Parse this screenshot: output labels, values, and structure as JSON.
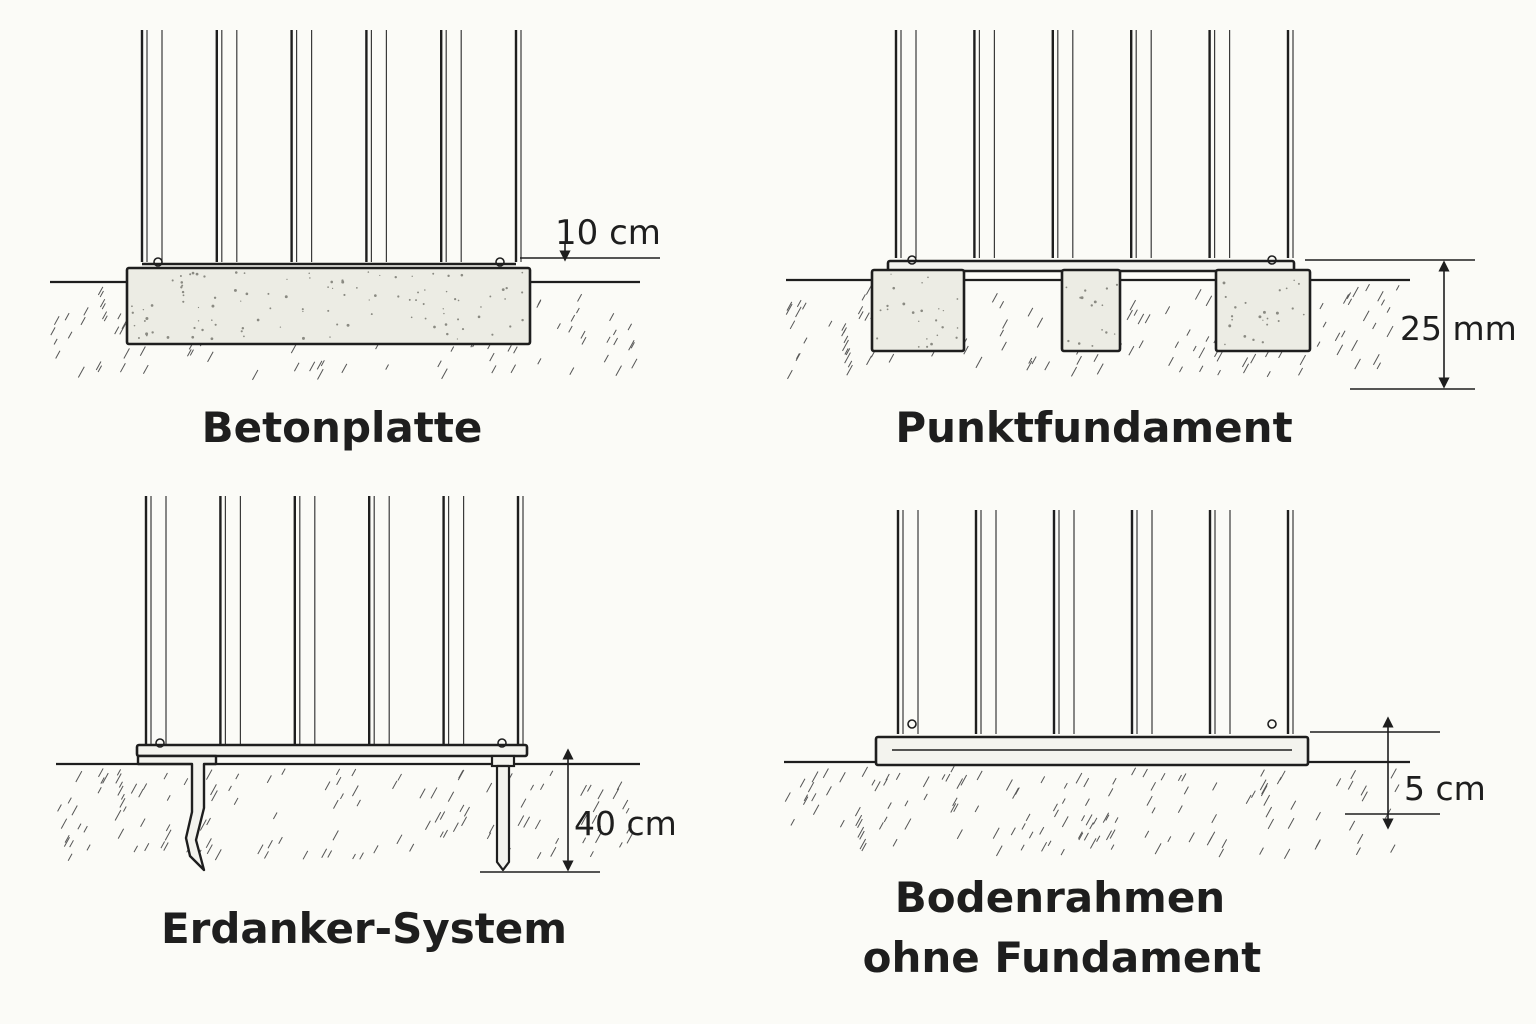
{
  "panels": {
    "betonplatte": {
      "caption": "Betonplatte",
      "dimension": "10 cm"
    },
    "punktfundament": {
      "caption": "Punktfundament",
      "dimension": "25 mm"
    },
    "erdanker": {
      "caption": "Erdanker-System",
      "dimension": "40 cm"
    },
    "bodenrahmen": {
      "caption_line1": "Bodenrahmen",
      "caption_line2": "ohne Fundament",
      "dimension": "5 cm"
    }
  }
}
